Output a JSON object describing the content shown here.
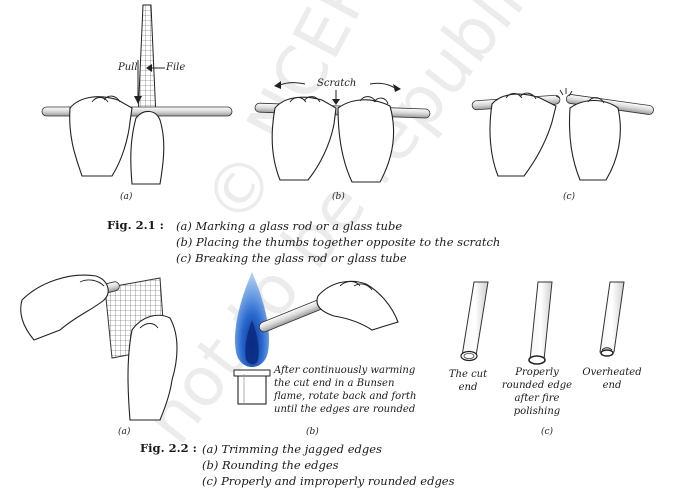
{
  "fig21": {
    "label_pull": "Pull",
    "label_file": "File",
    "label_scratch": "Scratch",
    "panel_a": "(a)",
    "panel_b": "(b)",
    "panel_c": "(c)",
    "caption_title": "Fig. 2.1 :",
    "caption_a": "(a) Marking a glass rod or a glass tube",
    "caption_b": "(b) Placing the thumbs together opposite to the scratch",
    "caption_c": "(c) Breaking the glass rod or glass tube"
  },
  "fig22": {
    "note_line1": "After continuously warming",
    "note_line2": "the cut end in a Bunsen",
    "note_line3": "flame, rotate back and forth",
    "note_line4": "until the edges are rounded",
    "cut_end_1": "The cut",
    "cut_end_2": "end",
    "proper_1": "Properly",
    "proper_2": "rounded edge",
    "proper_3": "after fire",
    "proper_4": "polishing",
    "over_1": "Overheated",
    "over_2": "end",
    "panel_a": "(a)",
    "panel_b": "(b)",
    "panel_c": "(c)",
    "caption_title": "Fig. 2.2 :",
    "caption_a": "(a) Trimming the jagged edges",
    "caption_b": "(b) Rounding the edges",
    "caption_c": "(c) Properly and improperly rounded edges"
  },
  "watermark": {
    "line1": "© NCERT",
    "line2": "not to be republished"
  },
  "colors": {
    "flame_outer": "#7fb2e6",
    "flame_inner": "#1d4fb8",
    "ink": "#1a1a1a"
  }
}
